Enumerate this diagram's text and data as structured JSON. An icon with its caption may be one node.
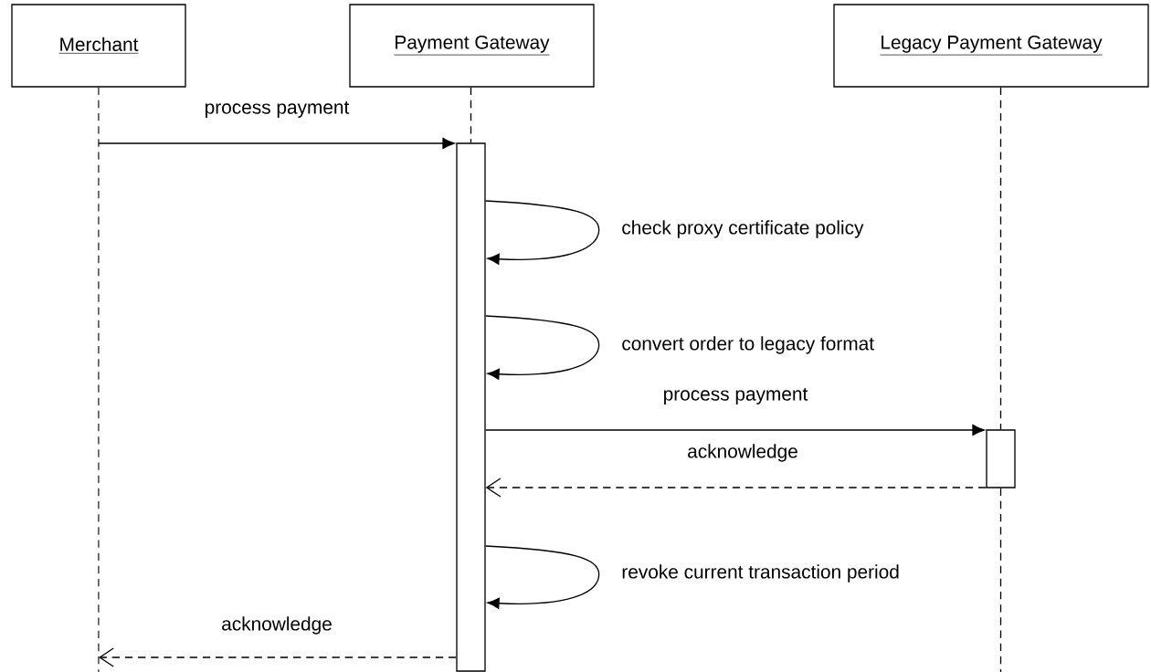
{
  "diagram": {
    "nodes": [
      {
        "text": [
          "Merchant"
        ]
      },
      {
        "text": [
          "Payment Gateway"
        ]
      },
      {
        "text": [
          "Legacy Payment Gateway"
        ]
      },
      {
        "text": [],
        "shape": "bar"
      },
      {
        "text": [],
        "shape": "bar"
      }
    ],
    "edges": [
      {
        "from": 0,
        "to": 3,
        "arrow": "to",
        "label": "process payment"
      },
      {
        "from": 3,
        "to": 3,
        "arrow": "to",
        "label": "check proxy certificate policy"
      },
      {
        "from": 3,
        "to": 3,
        "arrow": "to",
        "label": "convert order to legacy format"
      },
      {
        "from": 3,
        "to": 4,
        "arrow": "to",
        "label": "process payment"
      },
      {
        "from": 4,
        "to": 3,
        "arrow": "to",
        "label": "acknowledge",
        "style": "dashed"
      },
      {
        "from": 3,
        "to": 3,
        "arrow": "to",
        "label": "revoke current transaction period"
      },
      {
        "from": 3,
        "to": null,
        "arrow": "to",
        "label": "acknowledge",
        "style": "dashed"
      },
      {
        "from": 0,
        "to": null,
        "arrow": "none",
        "style": "dashed"
      },
      {
        "from": 1,
        "to": 3,
        "arrow": "none",
        "style": "dashed"
      },
      {
        "from": 2,
        "to": 4,
        "arrow": "none",
        "style": "dashed"
      },
      {
        "from": 4,
        "to": null,
        "arrow": "none",
        "style": "dashed"
      }
    ]
  }
}
